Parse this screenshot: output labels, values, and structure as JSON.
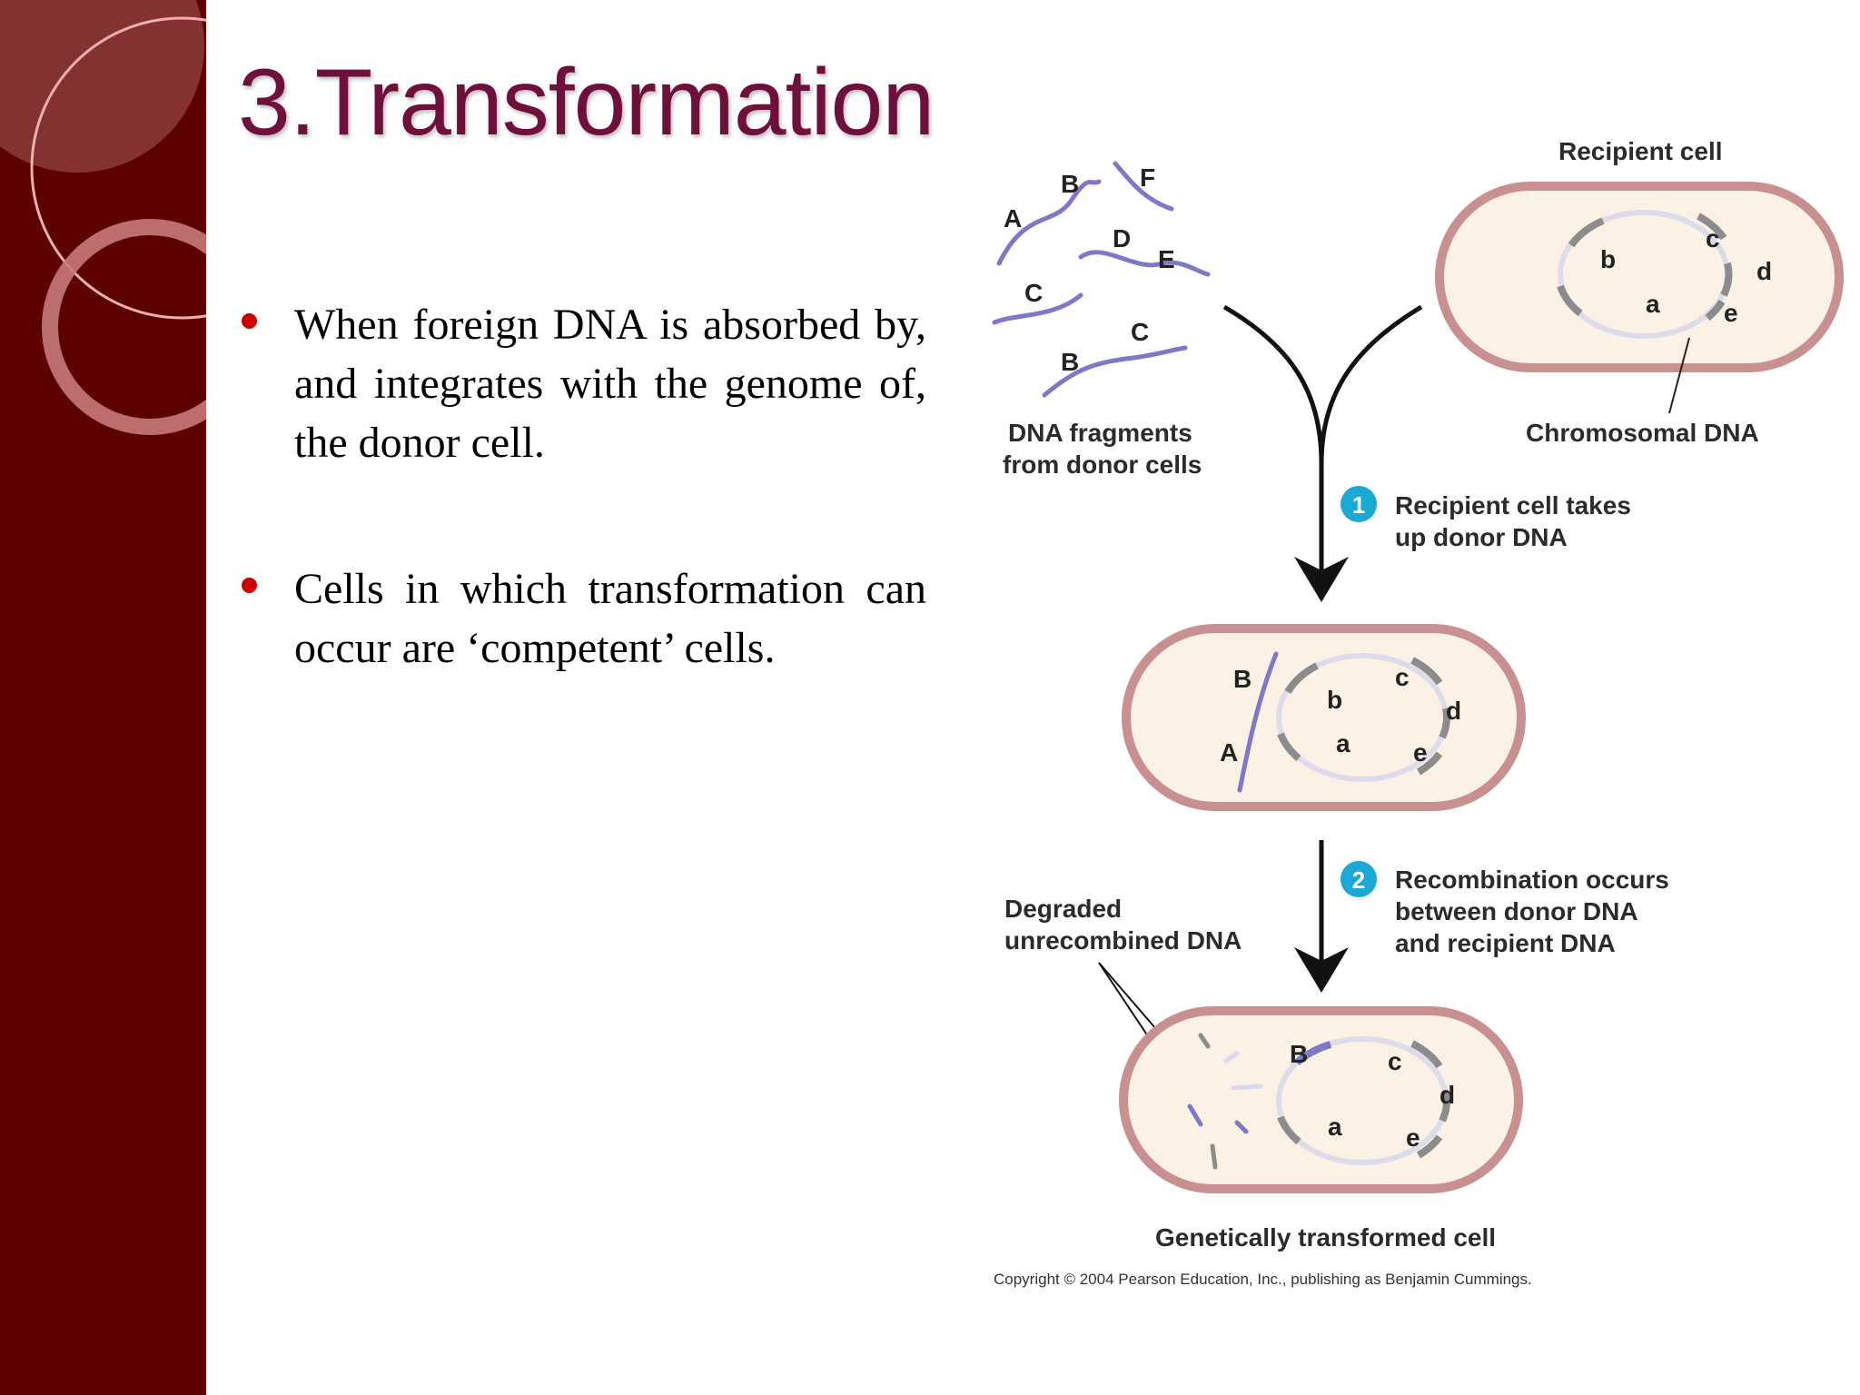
{
  "slide": {
    "title": "3.Transformation",
    "bullets": [
      "When foreign DNA is absorbed by, and integrates with the genome of, the donor cell.",
      "Cells in which transformation can occur are ‘competent’ cells."
    ]
  },
  "diagram": {
    "recipient_cell_label": "Recipient cell",
    "chromosomal_dna_label": "Chromosomal DNA",
    "fragments_label_line1": "DNA fragments",
    "fragments_label_line2": "from donor cells",
    "step1_number": "1",
    "step1_line1": "Recipient cell takes",
    "step1_line2": "up donor DNA",
    "step2_number": "2",
    "step2_line1": "Recombination occurs",
    "step2_line2": "between donor DNA",
    "step2_line3": "and recipient DNA",
    "degraded_line1": "Degraded",
    "degraded_line2": "unrecombined DNA",
    "result_label": "Genetically transformed cell",
    "copyright": "Copyright © 2004 Pearson Education, Inc., publishing as Benjamin Cummings.",
    "fragment_letters": [
      "A",
      "B",
      "F",
      "D",
      "E",
      "C",
      "B",
      "C"
    ],
    "recipient_genes": [
      "b",
      "c",
      "d",
      "a",
      "e"
    ],
    "uptake_cell_letters": [
      "B",
      "A",
      "b",
      "c",
      "d",
      "a",
      "e"
    ],
    "transformed_cell_letters": [
      "B",
      "c",
      "d",
      "a",
      "e"
    ]
  },
  "colors": {
    "sidebar": "#5c0000",
    "title": "#6e0f3c",
    "bullet": "#cc0000",
    "cell_fill": "#fbf1e4",
    "cell_wall": "#c99090",
    "donor_dna": "#7d78c8",
    "gene_segment": "#8c8c8c",
    "step_badge": "#1aa9d4"
  }
}
